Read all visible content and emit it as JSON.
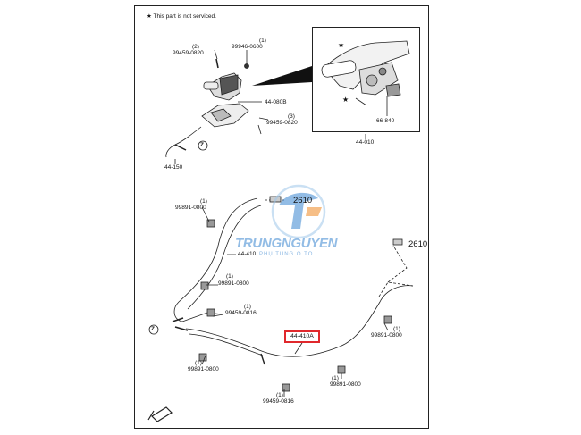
{
  "note": "★ This part is not serviced.",
  "watermark": {
    "brand": "TRUNGNGUYEN",
    "tagline": "PHỤ TÙNG Ô TÔ",
    "color": "#3a86d0"
  },
  "highlight": {
    "part": "44-410A",
    "color": "#e0282c"
  },
  "callouts": {
    "top": {
      "qty1": "(2)",
      "part1": "99459-0820",
      "qty2": "(1)",
      "part2": "99946-0600",
      "part3": "44-080B",
      "qty4": "(3)",
      "part4": "99459-0820",
      "part5": "44-150",
      "z": "Z"
    },
    "detail": {
      "star1": "★",
      "star2": "★",
      "part1": "66-840",
      "part2": "44-010"
    },
    "bottom": {
      "q_a": "(1)",
      "p_a": "99891-0800",
      "ref_a": "2610",
      "p_b": "44-410",
      "ref_b": "2610",
      "q_c": "(1)",
      "p_c": "99891-0800",
      "q_d": "(1)",
      "p_d": "99459-0816",
      "z": "Z",
      "q_e": "(1)",
      "p_e": "99891-0800",
      "q_f": "(1)",
      "p_f": "99891-0800",
      "q_g": "(1)",
      "p_g": "99891-0800",
      "q_h": "(1)",
      "p_h": "99459-0816"
    }
  }
}
